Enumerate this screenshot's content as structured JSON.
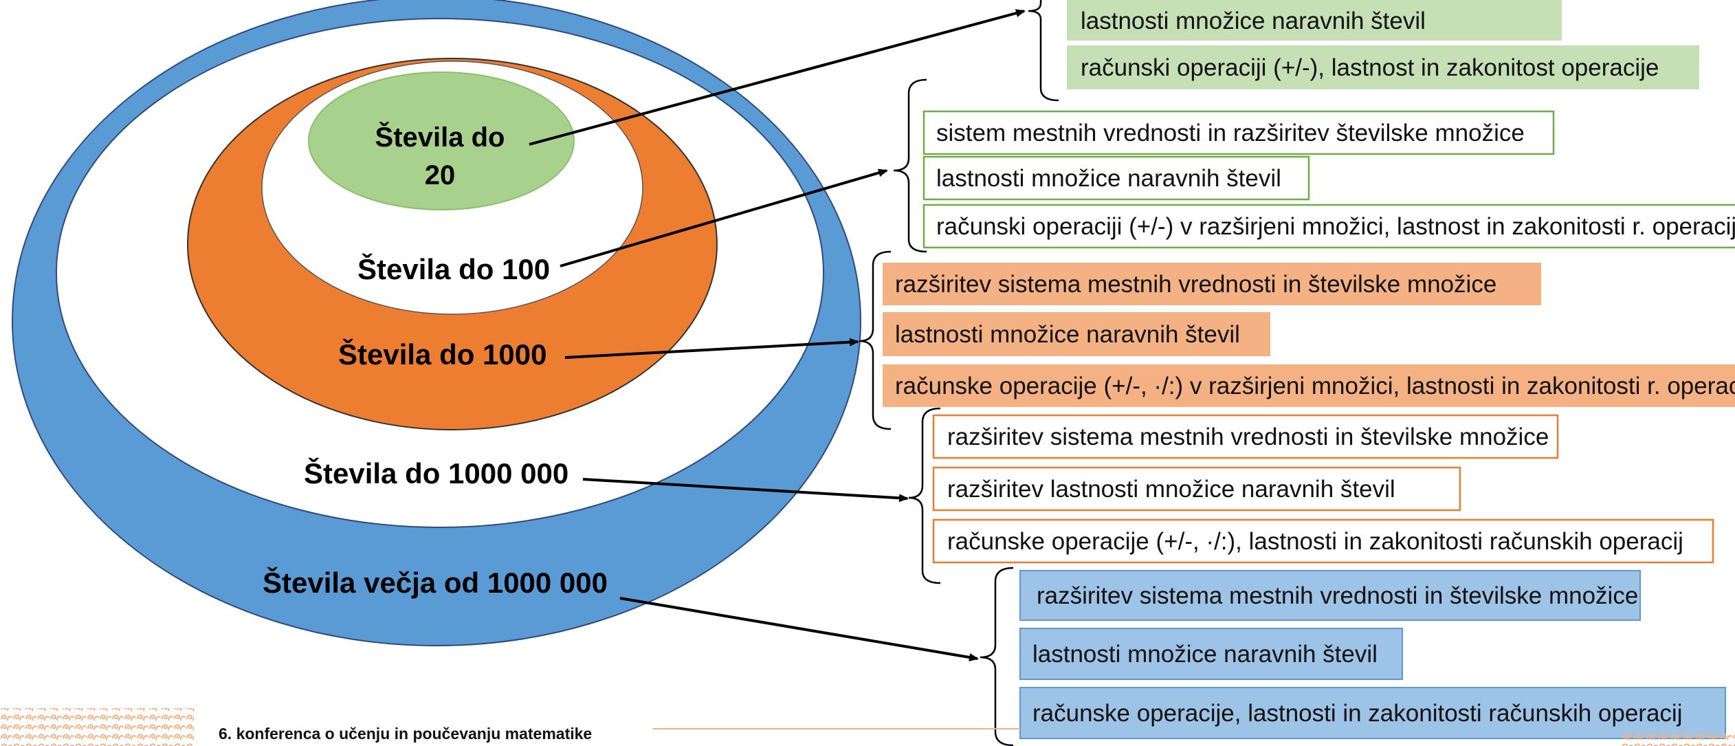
{
  "colors": {
    "blue_ring": "#5b9bd5",
    "orange_ring": "#ed7d31",
    "green_core": "#a9d18e",
    "green_box_fill": "#c5e0b4",
    "green_box_border": "#70ad47",
    "orange_box_fill": "#f4b183",
    "orange_box_border": "#ed7d31",
    "blue_box_fill": "#9dc3e6",
    "blue_box_border": "#5b9bd5",
    "ring_outline": "#2f4b7c",
    "footer_line": "#f4b183",
    "footer_pattern": "#f4b183"
  },
  "rings": {
    "do20_line1": "Števila do",
    "do20_line2": "20",
    "do100": "Števila do 100",
    "do1000": "Števila do 1000",
    "do1000000": "Števila do 1000 000",
    "vecja": "Števila večja od 1000 000"
  },
  "groups": {
    "g20": [
      "lastnosti množice naravnih števil",
      "računski operaciji (+/-), lastnost in zakonitost operacije"
    ],
    "g100": [
      "sistem mestnih vrednosti in razširitev številske množice",
      "lastnosti množice naravnih števil",
      "računski operaciji (+/-) v razširjeni množici, lastnost in zakonitosti r. operacij"
    ],
    "g1000": [
      "razširitev sistema mestnih vrednosti in številske množice",
      "lastnosti množice naravnih števil",
      "računske operacije (+/-, ·/:) v razširjeni množici, lastnosti in zakonitosti r. operacij"
    ],
    "g1000000": [
      "razširitev sistema mestnih vrednosti in številske množice",
      "razširitev lastnosti množice naravnih števil",
      "računske operacije (+/-, ·/:), lastnosti in zakonitosti računskih operacij"
    ],
    "gvecja": [
      "razširitev sistema mestnih vrednosti in številske množice",
      "lastnosti množice naravnih števil",
      "računske operacije, lastnosti in zakonitosti računskih operacij"
    ]
  },
  "footer": {
    "conference": "6. konferenca o učenju in poučevanju matematike"
  }
}
